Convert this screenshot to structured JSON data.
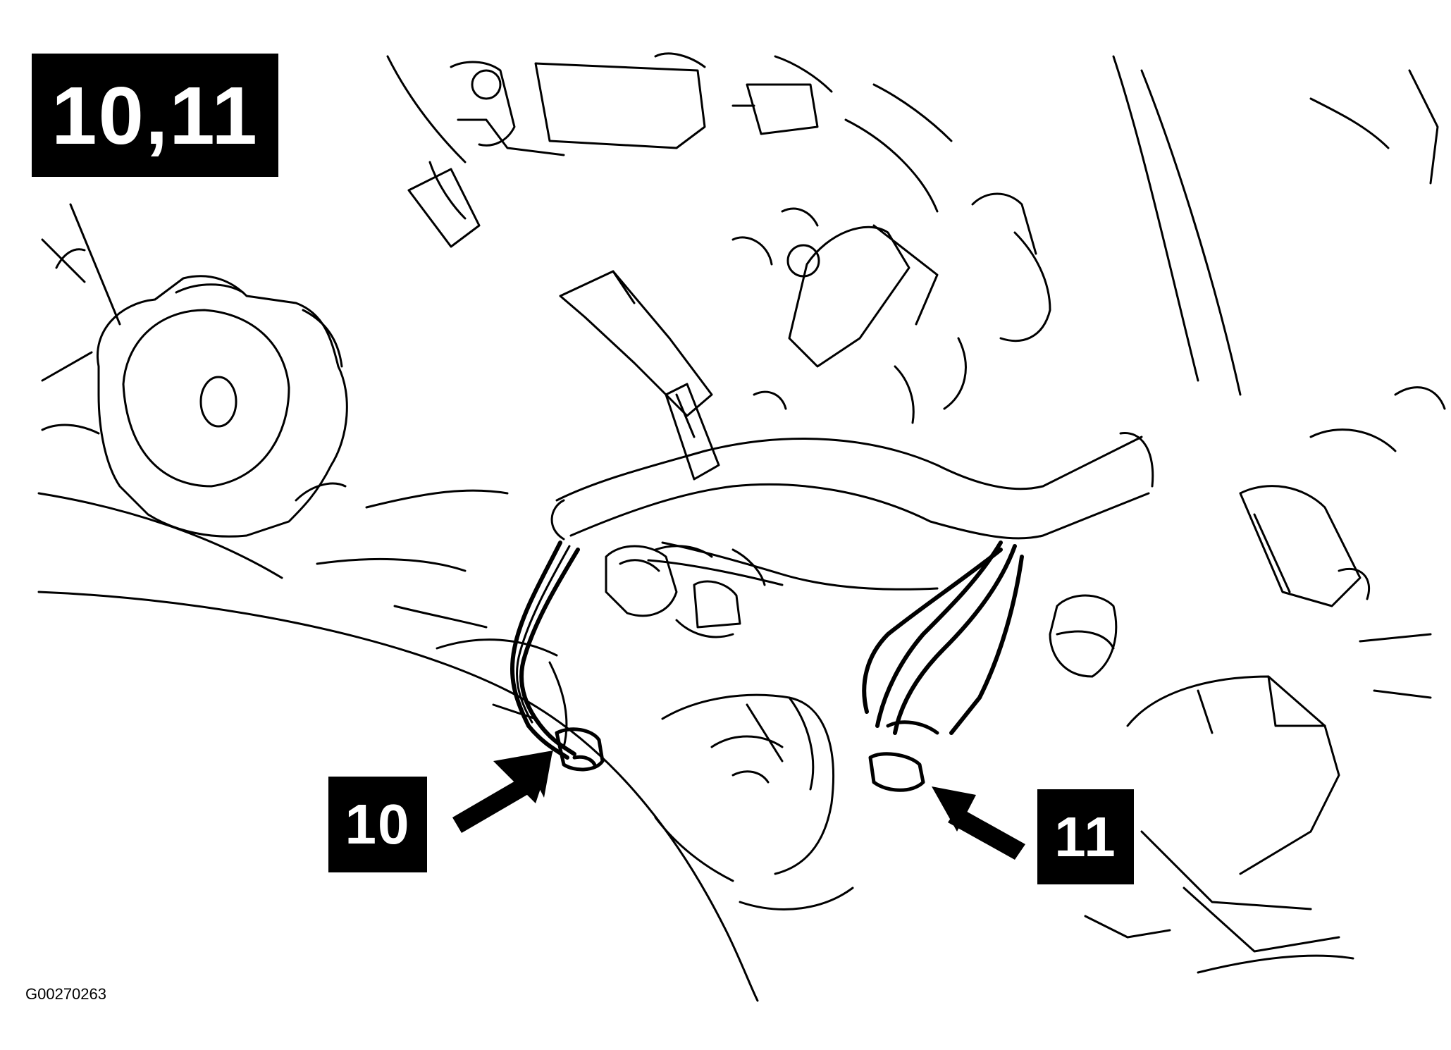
{
  "diagram": {
    "step_label": "10,11",
    "callouts": [
      {
        "label": "10",
        "part": "connector-10"
      },
      {
        "label": "11",
        "part": "connector-11"
      }
    ],
    "figure_id": "G00270263",
    "line_color": "#000000",
    "background_color": "#ffffff"
  }
}
